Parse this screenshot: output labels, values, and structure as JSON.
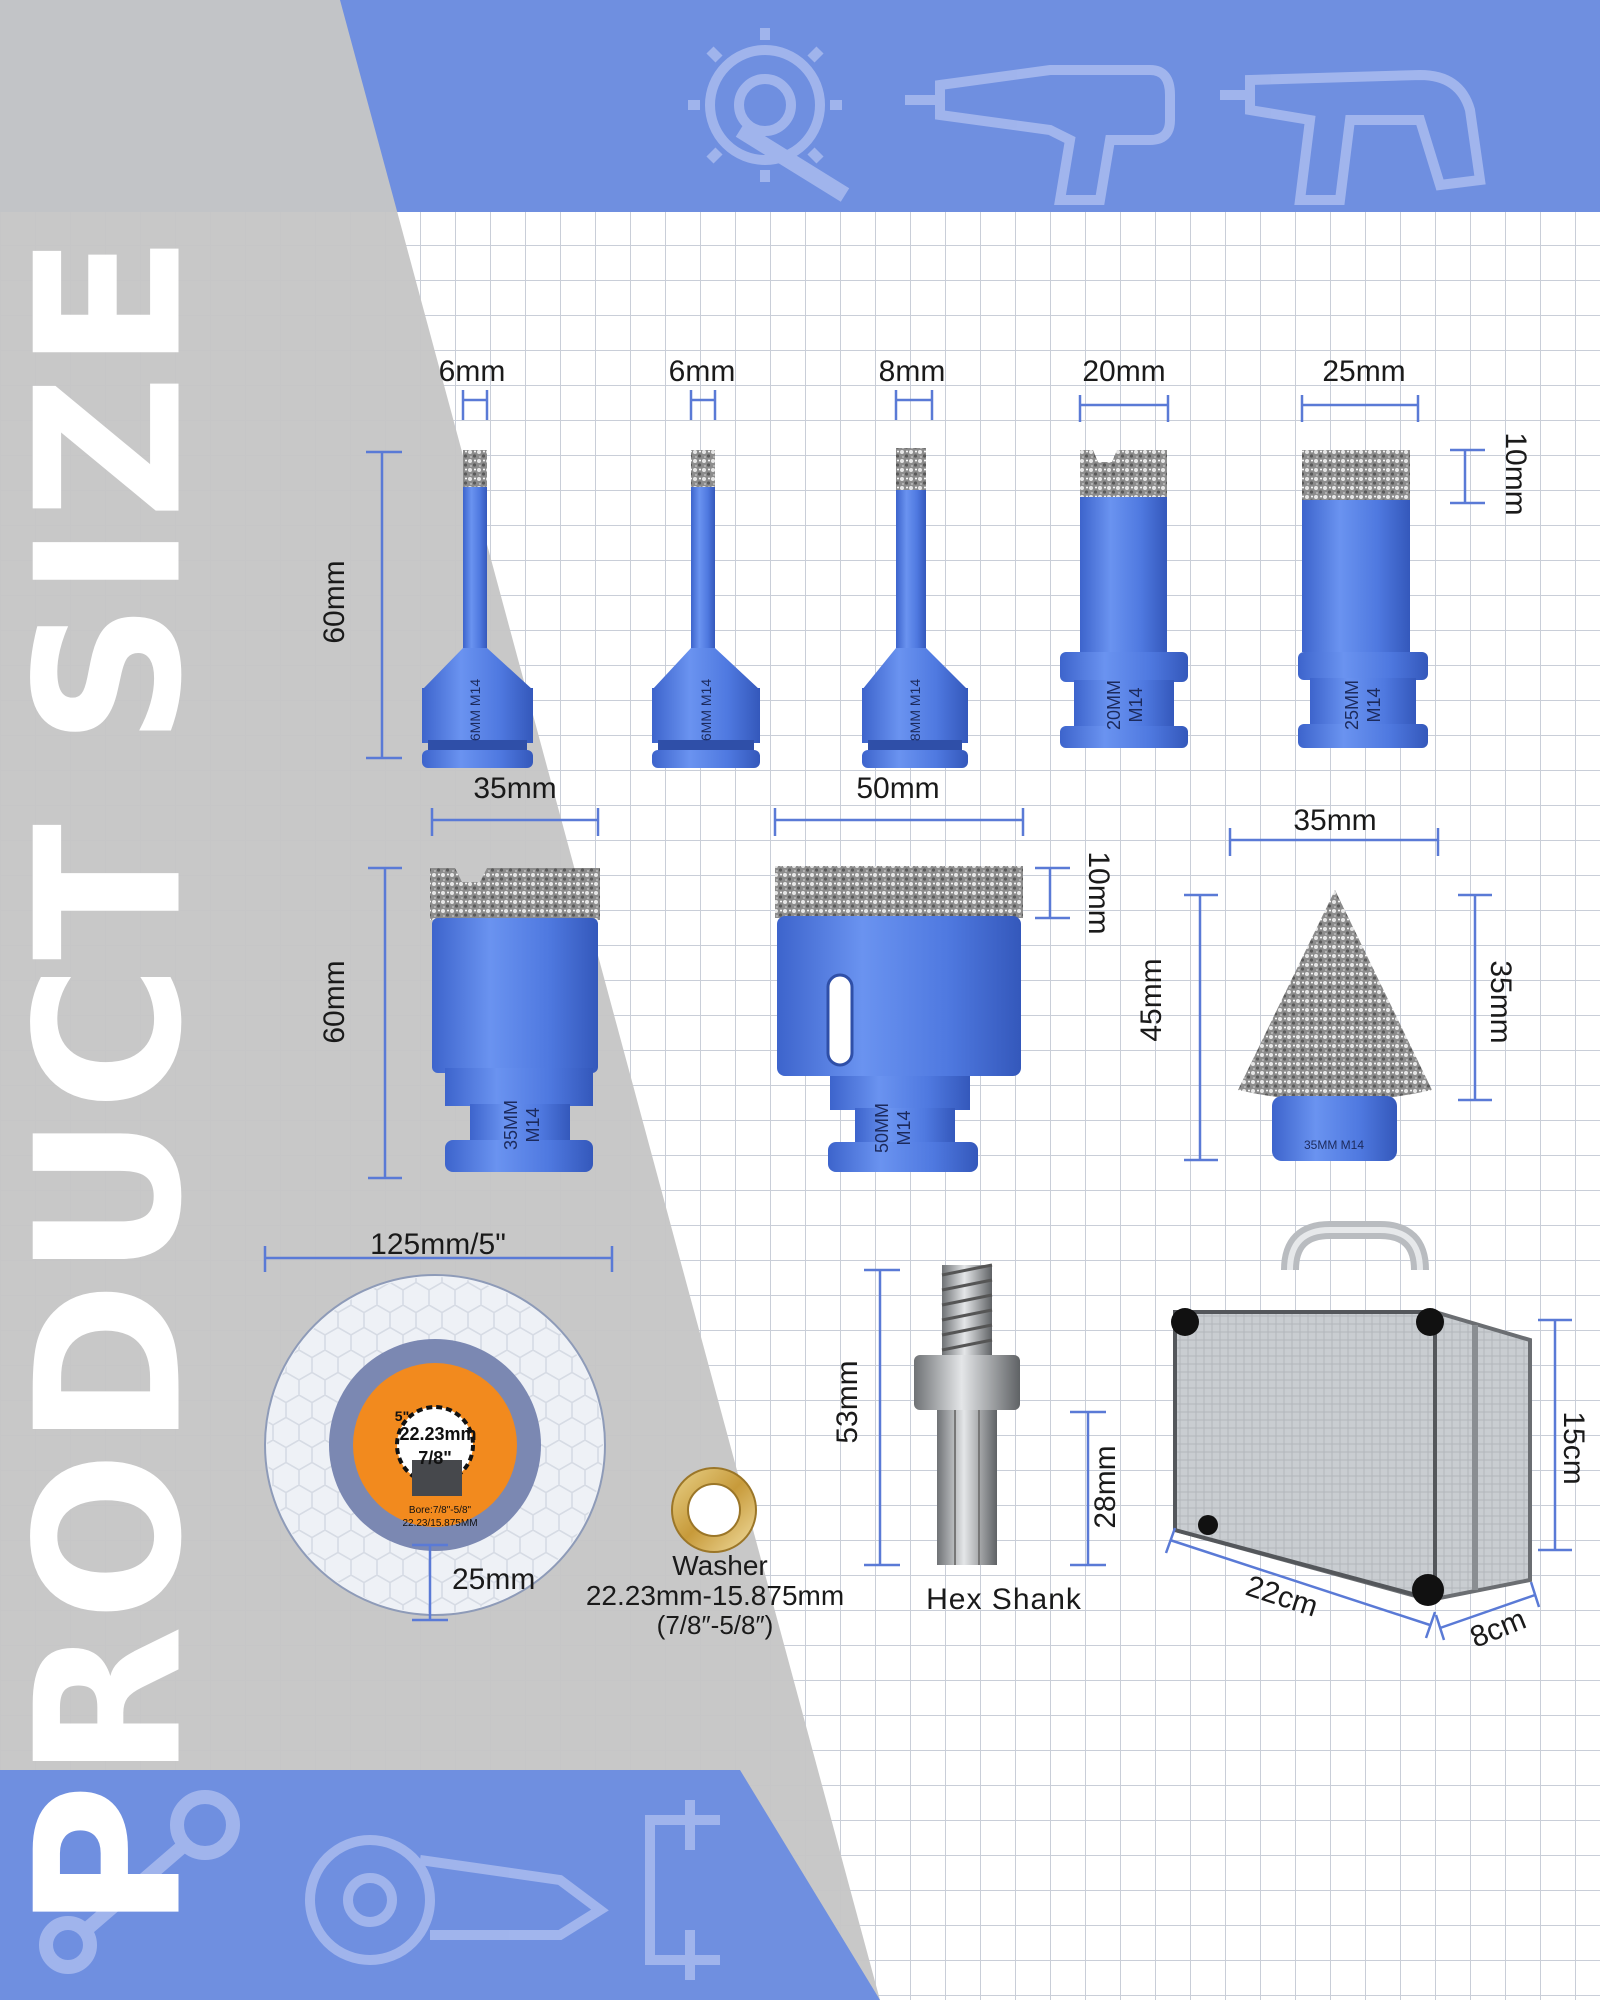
{
  "title": "PRODUCT SIZE",
  "dimensions": {
    "bit1_width": "6mm",
    "bit2_width": "6mm",
    "bit3_width": "8mm",
    "bit4_width": "20mm",
    "bit5_width": "25mm",
    "row1_height": "60mm",
    "segment_height_top": "10mm",
    "bit35_width": "35mm",
    "bit35_height": "60mm",
    "bit50_width": "50mm",
    "segment_height_mid": "10mm",
    "cone_width": "35mm",
    "cone_total_height": "45mm",
    "cone_head_height": "35mm",
    "blade_diameter": "125mm/5\"",
    "blade_radius": "25mm",
    "washer_label": "Washer",
    "washer_size": "22.23mm-15.875mm",
    "washer_inch": "(7/8″-5/8″)",
    "shank_total": "53mm",
    "shank_hex": "28mm",
    "shank_label": "Hex Shank",
    "case_height": "15cm",
    "case_width": "22cm",
    "case_depth": "8cm"
  },
  "engravings": {
    "bit1": "6MM M14",
    "bit2": "6MM M14",
    "bit3": "8MM M14",
    "bit4_line1": "20MM",
    "bit4_line2": "M14",
    "bit5_line1": "25MM",
    "bit5_line2": "M14",
    "bit35_line1": "35MM",
    "bit35_line2": "M14",
    "bit50_line1": "50MM",
    "bit50_line2": "M14",
    "cone": "35MM M14"
  },
  "blade_label": {
    "size_inch": "5\"",
    "bore_mm": "22.23mm",
    "bore_inch": "7/8\"",
    "bore_text": "Bore:7/8\"-5/8\"",
    "bore_mm_text": "22.23/15.875MM"
  },
  "icons": [
    "gear-wrench-icon",
    "cordless-drill-icon",
    "hammer-drill-icon",
    "wrench-icon",
    "angle-grinder-icon",
    "c-clamp-icon"
  ],
  "colors": {
    "band_blue": "#6f8fe0",
    "bit_blue": "#4f79e0",
    "grey_panel": "#c6c6c6",
    "dim_line": "#5a7ad6"
  }
}
